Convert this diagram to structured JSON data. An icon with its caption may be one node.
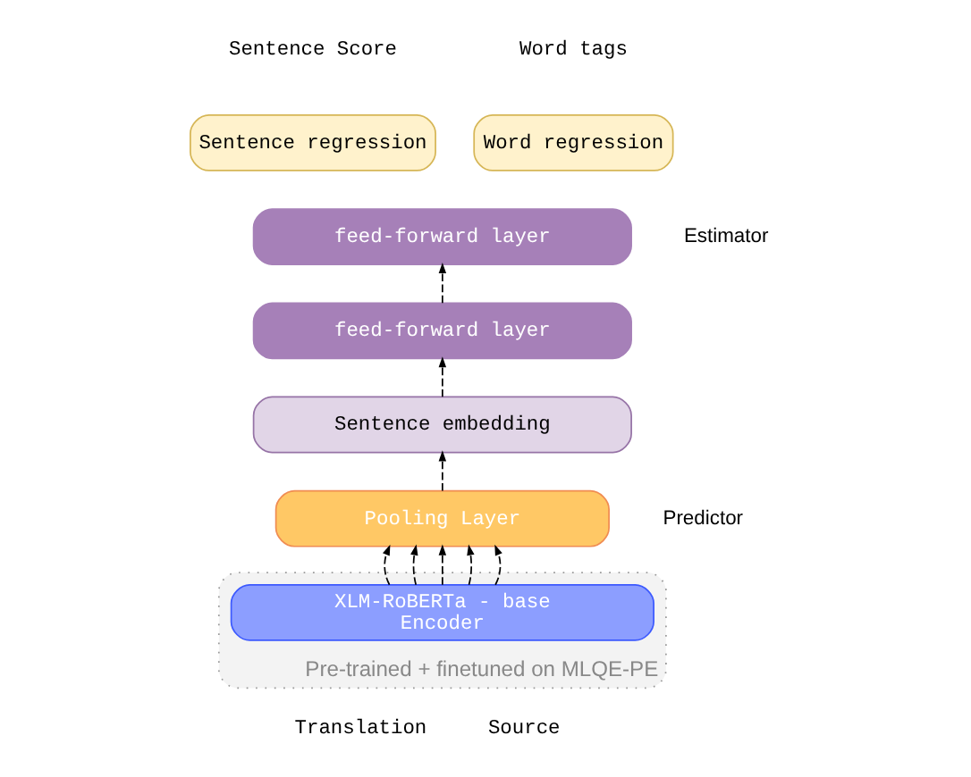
{
  "diagram": {
    "nodes": [
      {
        "text": [
          "Sentence regression"
        ]
      },
      {
        "text": [
          "Word regression"
        ]
      },
      {
        "text": [
          "feed-forward layer"
        ]
      },
      {
        "text": [
          "feed-forward layer"
        ]
      },
      {
        "text": [
          "Sentence embedding"
        ]
      },
      {
        "text": [
          "Pooling Layer"
        ]
      },
      {
        "text": [
          "Pre-trained + finetuned on MLQE-PE"
        ]
      },
      {
        "text": [
          "XLM-RoBERTa - base",
          "Encoder"
        ],
        "in": 6
      }
    ],
    "edges": [
      {
        "from": 3,
        "to": 2,
        "arrow": "to",
        "style": "dashed"
      },
      {
        "from": 4,
        "to": 3,
        "arrow": "to",
        "style": "dashed"
      },
      {
        "from": 5,
        "to": 4,
        "arrow": "to",
        "style": "dashed"
      },
      {
        "from": 7,
        "to": 5,
        "arrow": "to",
        "style": "dashed"
      },
      {
        "from": 7,
        "to": 5,
        "arrow": "to",
        "style": "dashed"
      },
      {
        "from": 7,
        "to": 5,
        "arrow": "to",
        "style": "dashed"
      },
      {
        "from": 7,
        "to": 5,
        "arrow": "to",
        "style": "dashed"
      },
      {
        "from": 7,
        "to": 5,
        "arrow": "to",
        "style": "dashed"
      }
    ],
    "labels": [
      "Sentence Score",
      "Word tags",
      "Estimator",
      "Predictor",
      "Translation",
      "Source"
    ]
  }
}
